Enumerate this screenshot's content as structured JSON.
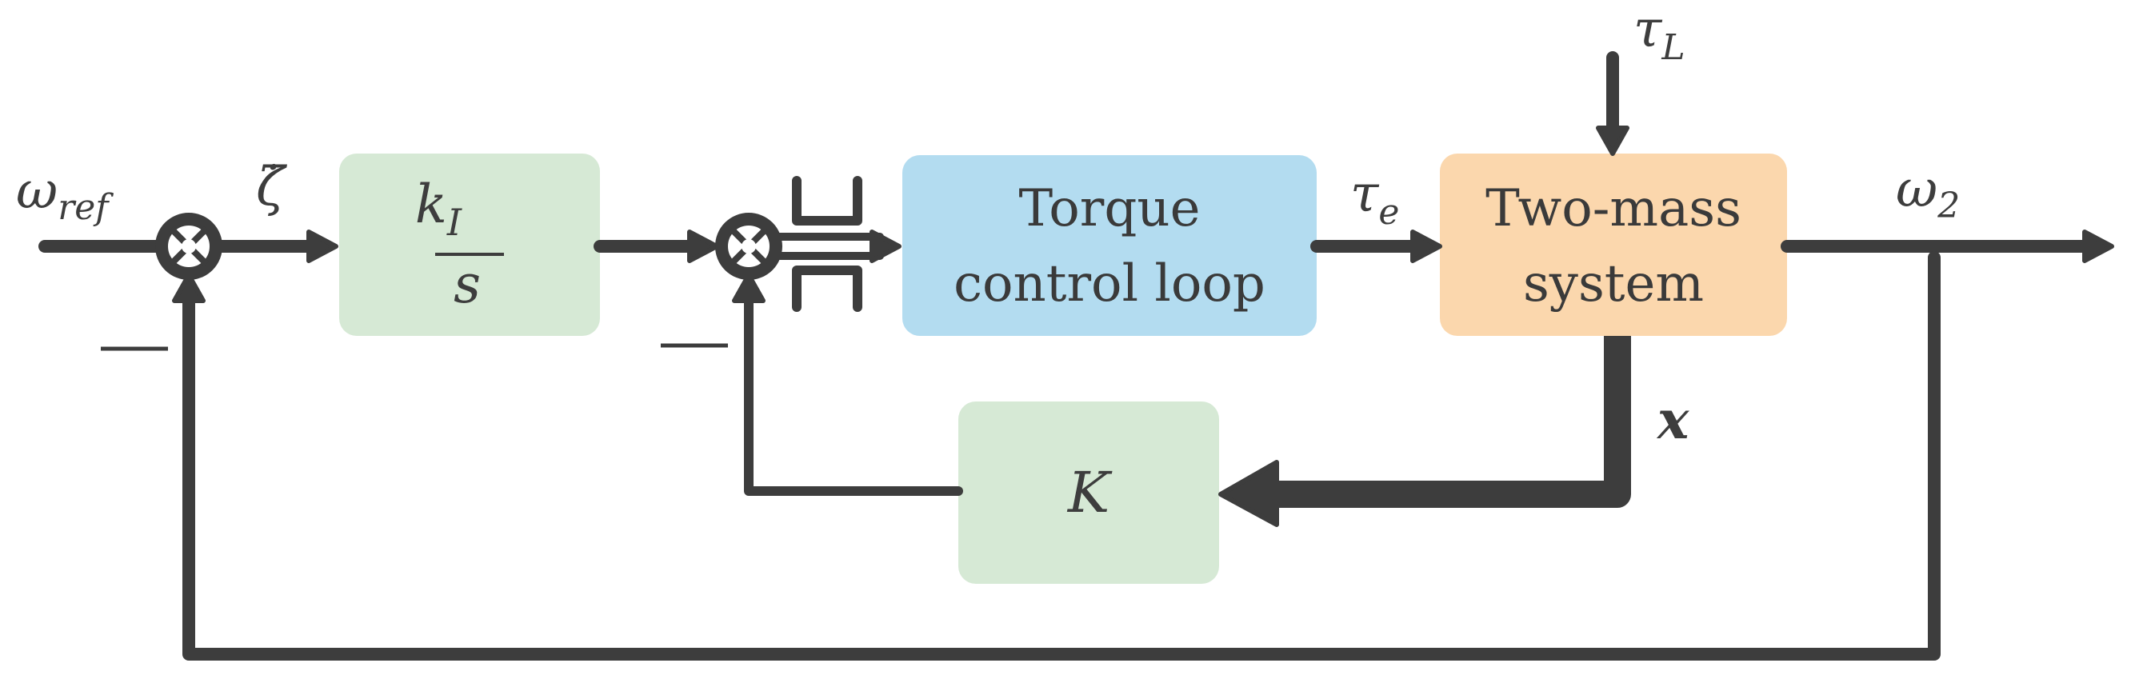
{
  "colors": {
    "line": "#3d3d3d",
    "green_block": "#d6e9d5",
    "blue_block": "#b3dcf0",
    "orange_block": "#fbd7ad"
  },
  "signals": {
    "omega_ref": {
      "base": "ω",
      "sub": "ref"
    },
    "zeta_dot": "ζ̇",
    "tau_e": {
      "base": "τ",
      "sub": "e"
    },
    "tau_L": {
      "base": "τ",
      "sub": "L"
    },
    "omega_2": {
      "base": "ω",
      "sub": "2"
    },
    "x": "x"
  },
  "blocks": {
    "integrator": {
      "numerator": {
        "base": "k",
        "sub": "I"
      },
      "denominator": "s"
    },
    "torque_loop": {
      "line1": "Torque",
      "line2": "control loop"
    },
    "plant": {
      "line1": "Two-mass",
      "line2": "system"
    },
    "gain": {
      "label": "K"
    }
  },
  "signs": {
    "sum1_minus": "—",
    "sum2_minus": "—"
  }
}
